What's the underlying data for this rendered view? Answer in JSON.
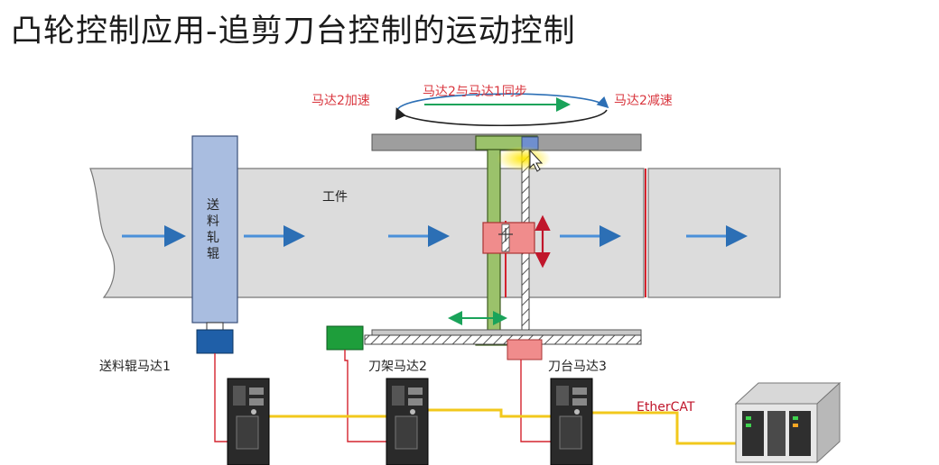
{
  "title": "凸轮控制应用-追剪刀台控制的运动控制",
  "labels": {
    "motor2_accel": "马达2加速",
    "sync": "马达2与马达1同步",
    "motor2_decel": "马达2减速",
    "workpiece": "工件",
    "feed_roller": [
      "送",
      "料",
      "轧",
      "辊"
    ],
    "feed_motor": "送料辊马达1",
    "carriage_motor": "刀架马达2",
    "table_motor": "刀台马达3",
    "ethercat": "EtherCAT"
  },
  "colors": {
    "red_label": "#d9363e",
    "green": "#1aa35a",
    "blue_arrow": "#4a90d9",
    "yellow_wire": "#f2c81c",
    "carriage": "#9bc26b",
    "cutter": "#f08c8c"
  }
}
